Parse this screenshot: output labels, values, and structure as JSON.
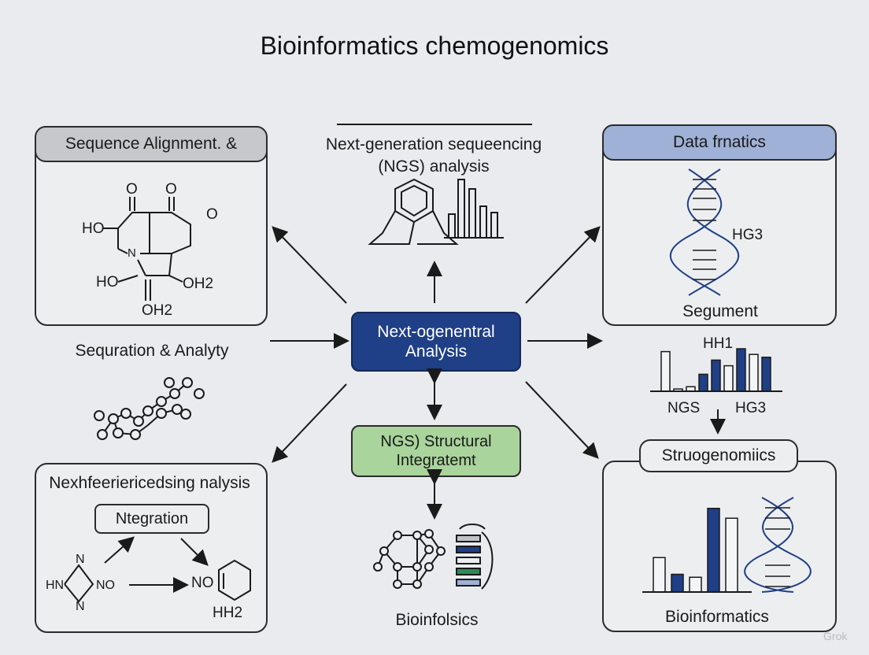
{
  "title": "Bioinformatics chemogenomics",
  "top_left": {
    "header": "Sequence Alignment. &",
    "atoms": {
      "o1": "O",
      "o2": "O",
      "o3": "O",
      "ho1": "HO",
      "n": "N",
      "ho2": "HO",
      "oh2a": "OH2",
      "oh2b": "OH2"
    }
  },
  "top_center": {
    "line1": "Next-generation sequeencing",
    "line2": "(NGS) analysis"
  },
  "top_right": {
    "header": "Data frnatics",
    "hg": "HG3",
    "footer": "Segument"
  },
  "left_mid": {
    "label": "Sequration & Analyty"
  },
  "center": {
    "line1": "Next-ogenentral",
    "line2": "Analysis"
  },
  "green": {
    "line1": "NGS) Structural",
    "line2": "Integratemt"
  },
  "right_mid": {
    "hh": "HH1",
    "ngs": "NGS",
    "hg": "HG3",
    "chart_values": [
      70,
      4,
      8,
      30,
      55,
      45,
      75,
      65,
      60
    ]
  },
  "bottom_left": {
    "header": "Nexhfeeriericedsing nalysis",
    "button": "Ntegration",
    "atoms": {
      "n1": "N",
      "n2": "N",
      "n3": "N",
      "hn": "HN",
      "no1": "NO",
      "no2": "NO",
      "hh2": "HH2"
    }
  },
  "bottom_center": {
    "footer": "Bioinfolsics"
  },
  "bottom_right": {
    "header": "Struogenomiics",
    "footer": "Bioinformatics",
    "chart_values": [
      35,
      18,
      15,
      85,
      75
    ]
  },
  "watermark": "Grok"
}
